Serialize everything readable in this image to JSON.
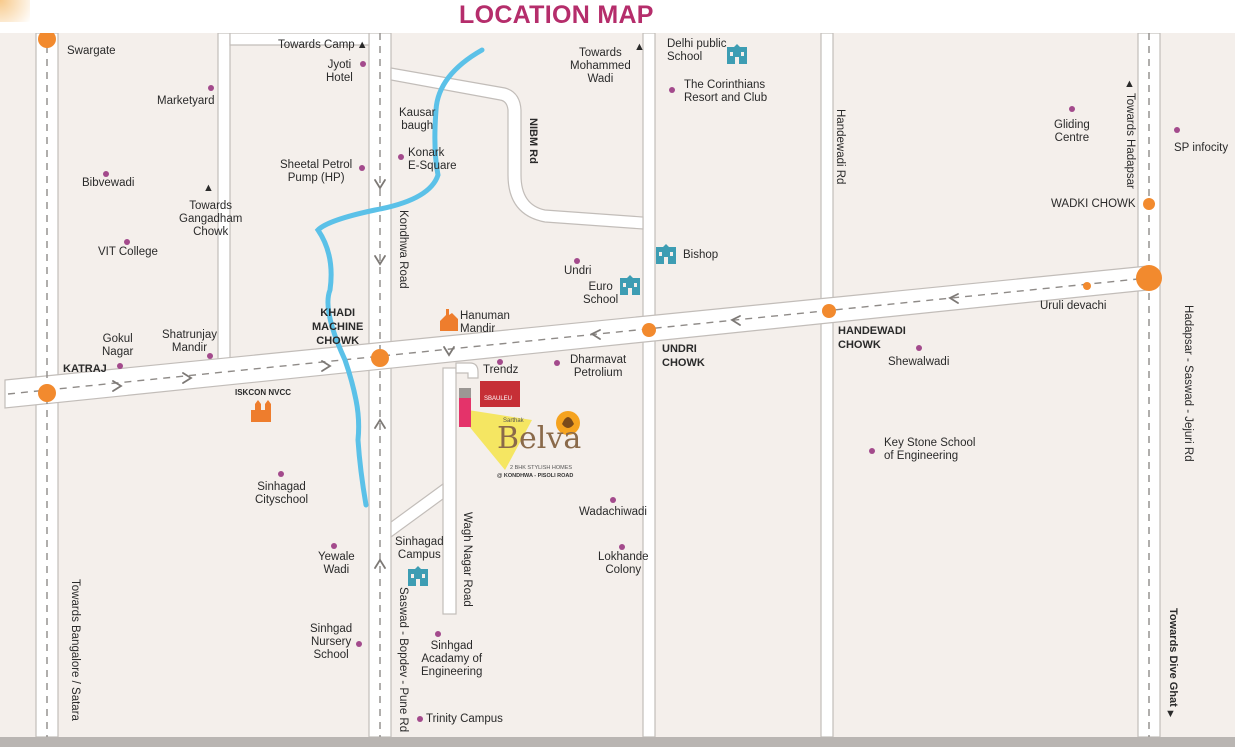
{
  "title": "LOCATION MAP",
  "colors": {
    "title": "#b52d6b",
    "road": "#ffffff",
    "road_edge": "#c2bdb9",
    "river": "#5bc1e8",
    "junction": "#f28a2e",
    "poi_dot": "#a34a8c",
    "school_icon": "#3d9db3",
    "temple_icon": "#ee7d2d"
  },
  "labels": {
    "swargate": "Swargate",
    "towards_camp": "Towards Camp",
    "jyoti_hotel": "Jyoti\nHotel",
    "towards_mohammed_wadi": "Towards\nMohammed\nWadi",
    "delhi_public_school": "Delhi public\nSchool",
    "corinthians": "The Corinthians\nResort and Club",
    "marketyard": "Marketyard",
    "kausar_baugh": "Kausar\nbaugh",
    "nibm_rd": "NIBM Rd",
    "handewadi_rd": "Handewadi Rd",
    "gliding_centre": "Gliding\nCentre",
    "towards_hadapsar": "Towards Hadapsar",
    "sp_infocity": "SP infocity",
    "bibvewadi": "Bibvewadi",
    "sheetal_petrol": "Sheetal Petrol\nPump (HP)",
    "konark": "Konark\nE-Square",
    "towards_gangadham": "Towards\nGangadham\nChowk",
    "wadki_chowk": "WADKI CHOWK",
    "vit_college": "VIT College",
    "bishop": "Bishop",
    "undri": "Undri",
    "euro_school": "Euro\nSchool",
    "kondhwa_road": "Kondhwa Road",
    "khadi_machine_chowk": "KHADI\nMACHINE\nCHOWK",
    "hanuman_mandir": "Hanuman\nMandir",
    "uruli_devachi": "Uruli devachi",
    "gokul_nagar": "Gokul\nNagar",
    "shatrunjay_mandir": "Shatrunjay\nMandir",
    "handewadi_chowk": "HANDEWADI\nCHOWK",
    "undri_chowk": "UNDRI\nCHOWK",
    "shewalwadi": "Shewalwadi",
    "katraj": "KATRAJ",
    "trendz": "Trendz",
    "dharmavat": "Dharmavat\nPetrolium",
    "iskcon": "ISKCON NVCC",
    "hadapsar_saswad": "Hadapsar - Saswad - Jejuri Rd",
    "key_stone": "Key Stone School\nof Engineering",
    "sinhagad_cityschool": "Sinhagad\nCityschool",
    "wadachiwadi": "Wadachiwadi",
    "yewale_wadi": "Yewale\nWadi",
    "sinhagad_campus": "Sinhagad\nCampus",
    "wagh_nagar_road": "Wagh Nagar Road",
    "lokhande_colony": "Lokhande\nColony",
    "towards_bangalore": "Towards Bangalore / Satara",
    "towards_dive_ghat": "Towards Dive Ghat",
    "sinhgad_nursery": "Sinhgad\nNursery\nSchool",
    "sinhgad_academy": "Sinhgad\nAcadamy of\nEngineering",
    "saswad_bopdev": "Saswad - Bopdev - Pune Rd",
    "trinity_campus": "Trinity Campus"
  },
  "project": {
    "brand_small": "Sarthak",
    "name": "Belva",
    "tagline": "2 BHK STYLISH HOMES",
    "location": "@ KONDHWA - PISOLI ROAD",
    "neighbour_logo": "SBAULEU"
  },
  "icons": {
    "junction": "junction-dot",
    "poi": "poi-dot",
    "school": "school-building-icon",
    "temple": "temple-icon",
    "arrow": "up-arrow-icon"
  }
}
